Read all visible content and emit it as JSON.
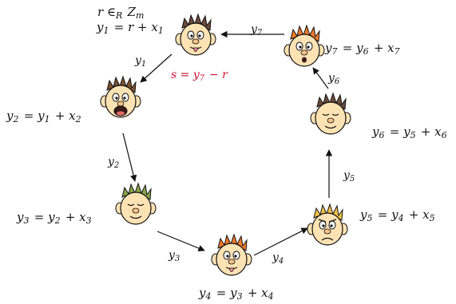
{
  "colors": {
    "ink": "#111111",
    "accent_red": "#c8102e",
    "skin": "#fde3b4",
    "hair_brown": "#7a5230",
    "hair_orange": "#f07a2a",
    "hair_green": "#8aa34a",
    "hair_yellow": "#f3c24a",
    "hair_dark": "#6b4b3b"
  },
  "nodes": [
    {
      "id": "n1",
      "icon": "cartoon-face-tongue-icon",
      "hair": "hair_dark",
      "label_parts": [
        {
          "t": "y"
        },
        {
          "sub": "1"
        },
        {
          "t": " = r + x"
        },
        {
          "sub": "1"
        }
      ],
      "extra_parts": [
        {
          "t": "r ∈"
        },
        {
          "sub": "R"
        },
        {
          "t": " Z"
        },
        {
          "sub": "m"
        }
      ]
    },
    {
      "id": "n2",
      "icon": "cartoon-face-shouting-icon",
      "hair": "hair_brown",
      "label_parts": [
        {
          "t": "y"
        },
        {
          "sub": "2"
        },
        {
          "t": " = y"
        },
        {
          "sub": "1"
        },
        {
          "t": " + x"
        },
        {
          "sub": "2"
        }
      ]
    },
    {
      "id": "n3",
      "icon": "cartoon-face-sleepy-icon",
      "hair": "hair_green",
      "label_parts": [
        {
          "t": "y"
        },
        {
          "sub": "3"
        },
        {
          "t": " = y"
        },
        {
          "sub": "2"
        },
        {
          "t": " + x"
        },
        {
          "sub": "3"
        }
      ]
    },
    {
      "id": "n4",
      "icon": "cartoon-face-tongue-icon",
      "hair": "hair_orange",
      "label_parts": [
        {
          "t": "y"
        },
        {
          "sub": "4"
        },
        {
          "t": " = y"
        },
        {
          "sub": "3"
        },
        {
          "t": " + x"
        },
        {
          "sub": "4"
        }
      ]
    },
    {
      "id": "n5",
      "icon": "cartoon-face-grumpy-icon",
      "hair": "hair_yellow",
      "label_parts": [
        {
          "t": "y"
        },
        {
          "sub": "5"
        },
        {
          "t": " = y"
        },
        {
          "sub": "4"
        },
        {
          "t": " + x"
        },
        {
          "sub": "5"
        }
      ]
    },
    {
      "id": "n6",
      "icon": "cartoon-face-content-icon",
      "hair": "hair_dark",
      "label_parts": [
        {
          "t": "y"
        },
        {
          "sub": "6"
        },
        {
          "t": " = y"
        },
        {
          "sub": "5"
        },
        {
          "t": " + x"
        },
        {
          "sub": "6"
        }
      ]
    },
    {
      "id": "n7",
      "icon": "cartoon-face-surprised-icon",
      "hair": "hair_orange",
      "label_parts": [
        {
          "t": "y"
        },
        {
          "sub": "7"
        },
        {
          "t": " = y"
        },
        {
          "sub": "6"
        },
        {
          "t": " + x"
        },
        {
          "sub": "7"
        }
      ]
    }
  ],
  "edges": [
    {
      "from": "n1",
      "to": "n2",
      "label": "y1"
    },
    {
      "from": "n2",
      "to": "n3",
      "label": "y2"
    },
    {
      "from": "n3",
      "to": "n4",
      "label": "y3"
    },
    {
      "from": "n4",
      "to": "n5",
      "label": "y4"
    },
    {
      "from": "n5",
      "to": "n6",
      "label": "y5"
    },
    {
      "from": "n6",
      "to": "n7",
      "label": "y6"
    },
    {
      "from": "n7",
      "to": "n1",
      "label": "y7"
    }
  ],
  "result_parts": [
    {
      "t": "s = y"
    },
    {
      "sub": "7"
    },
    {
      "t": " − r"
    }
  ]
}
